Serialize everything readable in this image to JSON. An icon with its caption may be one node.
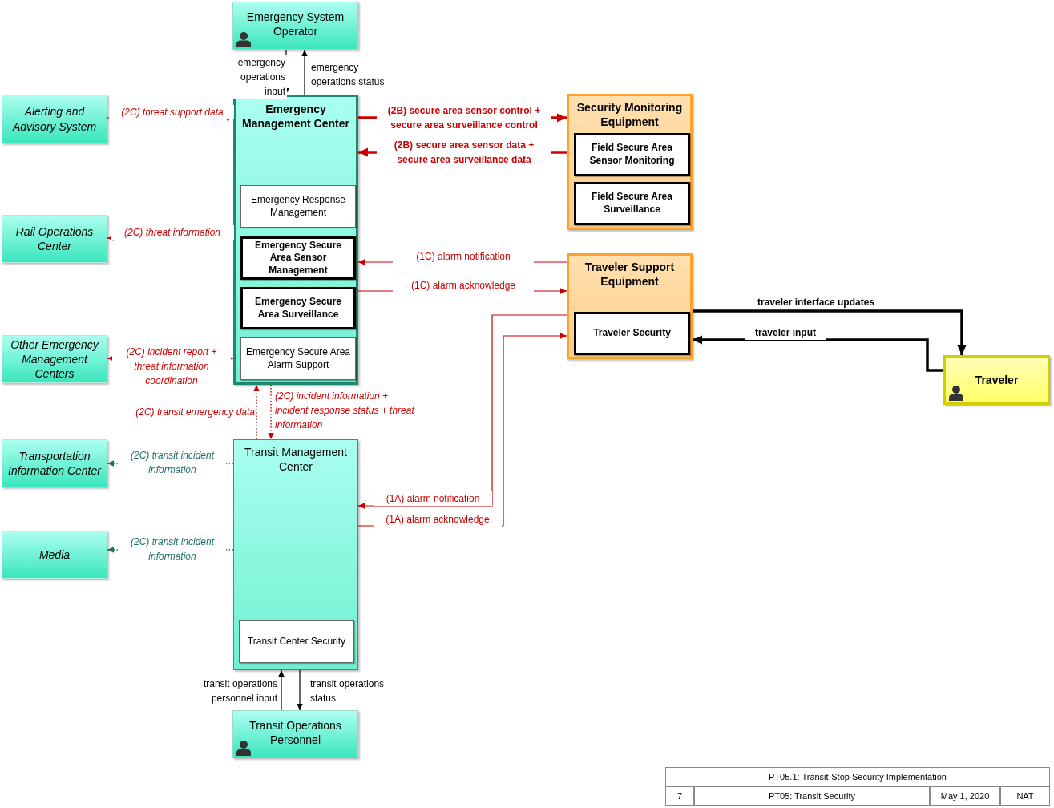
{
  "diagram": {
    "nodes": [
      {
        "text": [
          "Emergency System Operator"
        ]
      },
      {
        "text": [
          "Emergency Management Center"
        ]
      },
      {
        "text": [
          "Emergency Response Management"
        ],
        "in": 1
      },
      {
        "text": [
          "Emergency Secure Area Sensor Management"
        ],
        "in": 1
      },
      {
        "text": [
          "Emergency Secure Area Surveillance"
        ],
        "in": 1
      },
      {
        "text": [
          "Emergency Secure Area Alarm Support"
        ],
        "in": 1
      },
      {
        "text": [
          "Alerting and Advisory System"
        ]
      },
      {
        "text": [
          "Rail Operations Center"
        ]
      },
      {
        "text": [
          "Other Emergency Management Centers"
        ]
      },
      {
        "text": [
          "Security Monitoring Equipment"
        ]
      },
      {
        "text": [
          "Field Secure Area Sensor Monitoring"
        ],
        "in": 9
      },
      {
        "text": [
          "Field Secure Area Surveillance"
        ],
        "in": 9
      },
      {
        "text": [
          "Traveler Support Equipment"
        ]
      },
      {
        "text": [
          "Traveler Security"
        ],
        "in": 12
      },
      {
        "text": [
          "Traveler"
        ]
      },
      {
        "text": [
          "Transportation Information Center"
        ]
      },
      {
        "text": [
          "Media"
        ]
      },
      {
        "text": [
          "Transit Management Center"
        ]
      },
      {
        "text": [
          "Transit Center Security"
        ],
        "in": 17
      },
      {
        "text": [
          "Transit Operations Personnel"
        ]
      }
    ],
    "edges": [
      {
        "from": 0,
        "to": 1,
        "arrow": "to",
        "label": "emergency operations input",
        "color": "#000000"
      },
      {
        "from": 1,
        "to": 0,
        "arrow": "to",
        "label": "emergency operations status",
        "color": "#000000"
      },
      {
        "from": 6,
        "to": 1,
        "arrow": "to",
        "label": "(2C) threat support data",
        "style": "dashed"
      },
      {
        "from": 1,
        "to": 7,
        "arrow": "to",
        "label": "(2C) threat information",
        "style": "dashed"
      },
      {
        "from": 8,
        "to": 1,
        "arrow": "both",
        "label": "(2C) incident report + threat information coordination",
        "style": "dashed"
      },
      {
        "from": 1,
        "to": 9,
        "arrow": "to",
        "label": "(2B) secure area sensor control + secure area surveillance control",
        "style": "thick"
      },
      {
        "from": 9,
        "to": 1,
        "arrow": "to",
        "label": "(2B) secure area sensor data + secure area surveillance data",
        "style": "thick"
      },
      {
        "from": 12,
        "to": 1,
        "arrow": "to",
        "label": "(1C) alarm notification"
      },
      {
        "from": 1,
        "to": 12,
        "arrow": "to",
        "label": "(1C) alarm acknowledge"
      },
      {
        "from": 12,
        "to": 17,
        "arrow": "to",
        "label": "(1A) alarm notification"
      },
      {
        "from": 17,
        "to": 12,
        "arrow": "to",
        "label": "(1A) alarm acknowledge"
      },
      {
        "from": 12,
        "to": 14,
        "arrow": "to",
        "label": "traveler interface updates",
        "style": "thick",
        "color": "#000000"
      },
      {
        "from": 14,
        "to": 12,
        "arrow": "to",
        "label": "traveler input",
        "style": "thick",
        "color": "#000000"
      },
      {
        "from": 17,
        "to": 1,
        "arrow": "to",
        "label": "(2C) transit emergency data",
        "style": "dashed"
      },
      {
        "from": 1,
        "to": 17,
        "arrow": "to",
        "label": "(2C) incident information + incident response status + threat information",
        "style": "dashed"
      },
      {
        "from": 17,
        "to": 15,
        "arrow": "to",
        "label": "(2C) transit incident information",
        "style": "dashed",
        "color": "#1f6f66"
      },
      {
        "from": 17,
        "to": 16,
        "arrow": "to",
        "label": "(2C) transit incident information",
        "style": "dashed",
        "color": "#1f6f66"
      },
      {
        "from": 19,
        "to": 17,
        "arrow": "to",
        "label": "transit operations personnel input",
        "color": "#000000"
      },
      {
        "from": 17,
        "to": 19,
        "arrow": "to",
        "label": "transit operations status",
        "color": "#000000"
      }
    ],
    "labels": [
      "PT05.1: Transit-Stop Security Implementation",
      "7",
      "PT05: Transit Security",
      "May 1, 2020",
      "NAT"
    ]
  }
}
